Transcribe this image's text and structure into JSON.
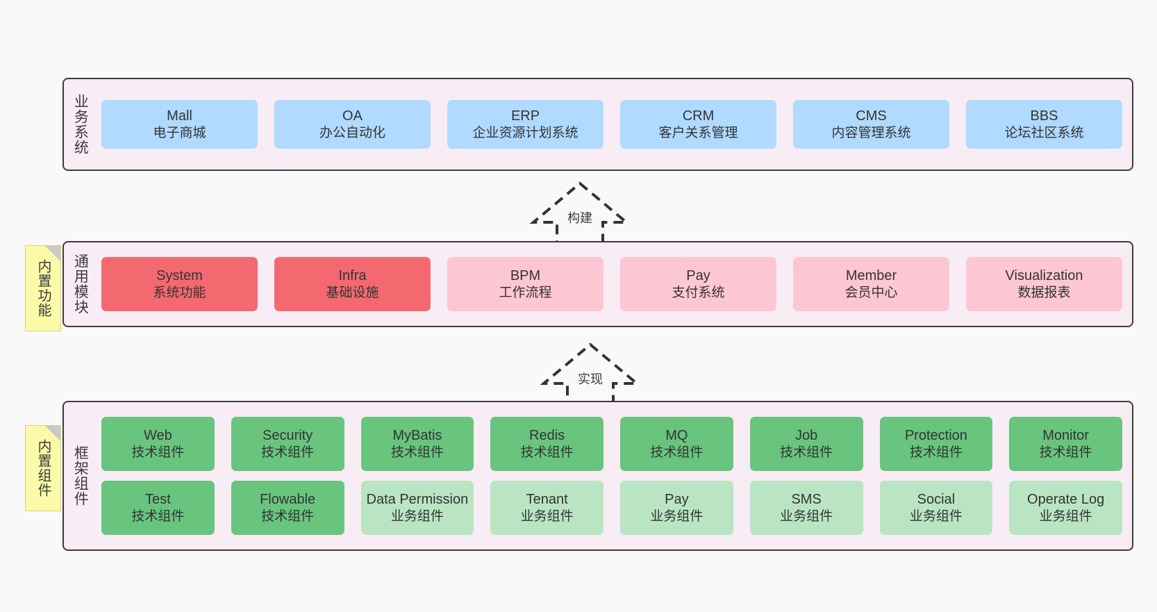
{
  "diagram": {
    "background_color": "#f9f9f9",
    "panel_color": "#f8ecf5",
    "panel_border_color": "#3b3b3b",
    "sticky_color": "#fcf9a8"
  },
  "layers": {
    "business": {
      "title": "业务系统",
      "cards": [
        {
          "en": "Mall",
          "cn": "电子商城",
          "color": "#b0daff",
          "variant": "c-blue"
        },
        {
          "en": "OA",
          "cn": "办公自动化",
          "color": "#b0daff",
          "variant": "c-blue"
        },
        {
          "en": "ERP",
          "cn": "企业资源计划系统",
          "color": "#b0daff",
          "variant": "c-blue"
        },
        {
          "en": "CRM",
          "cn": "客户关系管理",
          "color": "#b0daff",
          "variant": "c-blue"
        },
        {
          "en": "CMS",
          "cn": "内容管理系统",
          "color": "#b0daff",
          "variant": "c-blue"
        },
        {
          "en": "BBS",
          "cn": "论坛社区系统",
          "color": "#b0daff",
          "variant": "c-blue"
        }
      ]
    },
    "common": {
      "title": "通用模块",
      "sticky": "内置功能",
      "cards": [
        {
          "en": "System",
          "cn": "系统功能",
          "color": "#f4696f",
          "variant": "c-red"
        },
        {
          "en": "Infra",
          "cn": "基础设施",
          "color": "#f4696f",
          "variant": "c-red"
        },
        {
          "en": "BPM",
          "cn": "工作流程",
          "color": "#fcc7d2",
          "variant": "c-pink"
        },
        {
          "en": "Pay",
          "cn": "支付系统",
          "color": "#fcc7d2",
          "variant": "c-pink"
        },
        {
          "en": "Member",
          "cn": "会员中心",
          "color": "#fcc7d2",
          "variant": "c-pink"
        },
        {
          "en": "Visualization",
          "cn": "数据报表",
          "color": "#fcc7d2",
          "variant": "c-pink"
        }
      ]
    },
    "framework": {
      "title": "框架组件",
      "sticky": "内置组件",
      "row1": [
        {
          "en": "Web",
          "cn": "技术组件",
          "color": "#69c47e",
          "variant": "c-green"
        },
        {
          "en": "Security",
          "cn": "技术组件",
          "color": "#69c47e",
          "variant": "c-green"
        },
        {
          "en": "MyBatis",
          "cn": "技术组件",
          "color": "#69c47e",
          "variant": "c-green"
        },
        {
          "en": "Redis",
          "cn": "技术组件",
          "color": "#69c47e",
          "variant": "c-green"
        },
        {
          "en": "MQ",
          "cn": "技术组件",
          "color": "#69c47e",
          "variant": "c-green"
        },
        {
          "en": "Job",
          "cn": "技术组件",
          "color": "#69c47e",
          "variant": "c-green"
        },
        {
          "en": "Protection",
          "cn": "技术组件",
          "color": "#69c47e",
          "variant": "c-green"
        },
        {
          "en": "Monitor",
          "cn": "技术组件",
          "color": "#69c47e",
          "variant": "c-green"
        }
      ],
      "row2": [
        {
          "en": "Test",
          "cn": "技术组件",
          "color": "#69c47e",
          "variant": "c-green"
        },
        {
          "en": "Flowable",
          "cn": "技术组件",
          "color": "#69c47e",
          "variant": "c-green"
        },
        {
          "en": "Data Permission",
          "cn": "业务组件",
          "color": "#b9e5c3",
          "variant": "c-lightgreen"
        },
        {
          "en": "Tenant",
          "cn": "业务组件",
          "color": "#b9e5c3",
          "variant": "c-lightgreen"
        },
        {
          "en": "Pay",
          "cn": "业务组件",
          "color": "#b9e5c3",
          "variant": "c-lightgreen"
        },
        {
          "en": "SMS",
          "cn": "业务组件",
          "color": "#b9e5c3",
          "variant": "c-lightgreen"
        },
        {
          "en": "Social",
          "cn": "业务组件",
          "color": "#b9e5c3",
          "variant": "c-lightgreen"
        },
        {
          "en": "Operate Log",
          "cn": "业务组件",
          "color": "#b9e5c3",
          "variant": "c-lightgreen"
        }
      ]
    }
  },
  "arrows": [
    {
      "label": "构建",
      "from": "通用模块",
      "to": "业务系统"
    },
    {
      "label": "实现",
      "from": "框架组件",
      "to": "通用模块"
    }
  ]
}
